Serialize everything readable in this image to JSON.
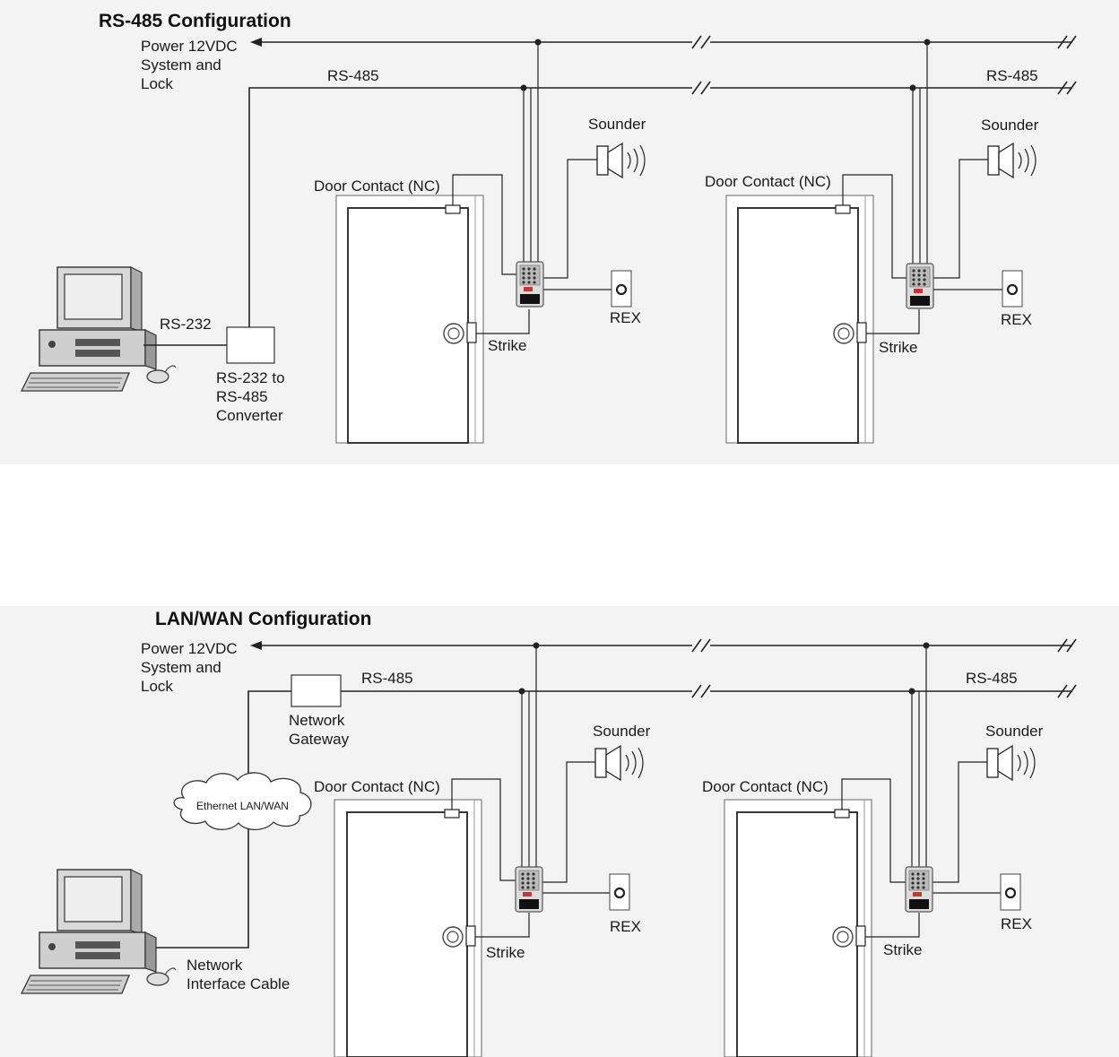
{
  "rs485_config": {
    "title": "RS-485 Configuration",
    "power_label_1": "Power 12VDC",
    "power_label_2": "System and",
    "power_label_3": "Lock",
    "rs485_left": "RS-485",
    "rs485_right": "RS-485",
    "rs232": "RS-232",
    "converter_1": "RS-232 to",
    "converter_2": "RS-485",
    "converter_3": "Converter",
    "door1": {
      "contact": "Door Contact (NC)",
      "sounder": "Sounder",
      "rex": "REX",
      "strike": "Strike"
    },
    "door2": {
      "contact": "Door Contact (NC)",
      "sounder": "Sounder",
      "rex": "REX",
      "strike": "Strike"
    }
  },
  "lanwan_config": {
    "title": "LAN/WAN Configuration",
    "power_label_1": "Power 12VDC",
    "power_label_2": "System and",
    "power_label_3": "Lock",
    "rs485_left": "RS-485",
    "rs485_right": "RS-485",
    "gateway_1": "Network",
    "gateway_2": "Gateway",
    "cloud": "Ethernet LAN/WAN",
    "cable_1": "Network",
    "cable_2": "Interface Cable",
    "door1": {
      "contact": "Door Contact (NC)",
      "sounder": "Sounder",
      "rex": "REX",
      "strike": "Strike"
    },
    "door2": {
      "contact": "Door Contact (NC)",
      "sounder": "Sounder",
      "rex": "REX",
      "strike": "Strike"
    }
  }
}
